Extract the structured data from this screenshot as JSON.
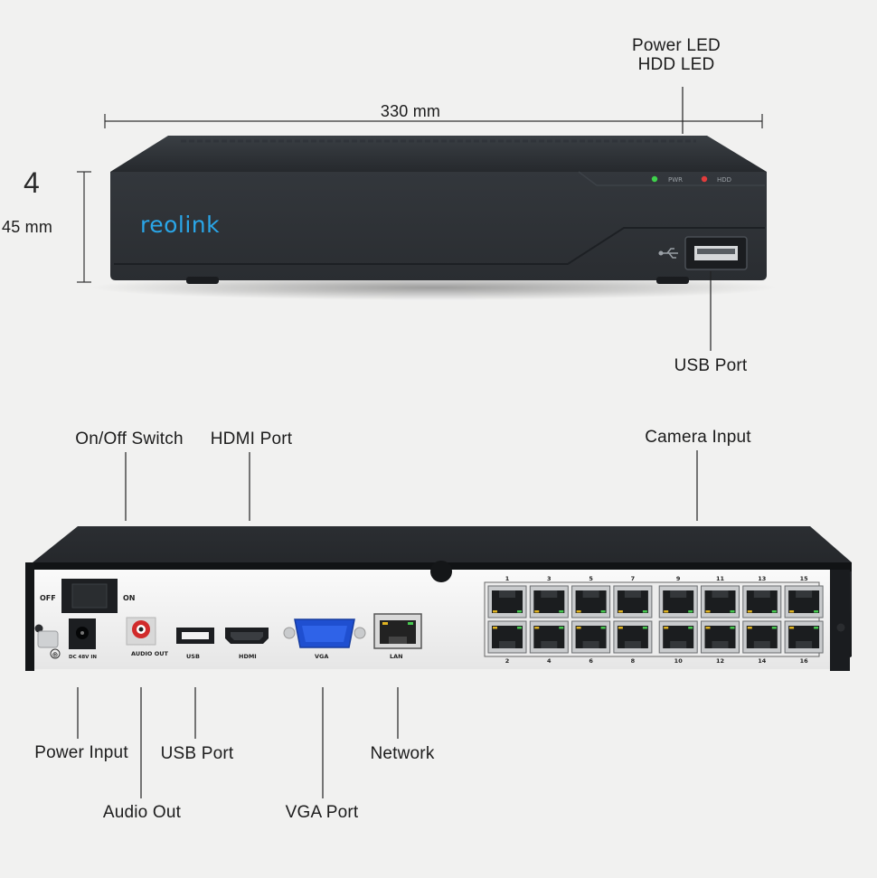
{
  "front_view": {
    "brand_logo": "reolink",
    "led_labels": {
      "power": "PWR",
      "hdd": "HDD"
    },
    "colors": {
      "brand": "#2aa6e8",
      "pwr_led": "#3fd24c",
      "hdd_led": "#e23c3c",
      "chassis": "#2b2f33"
    }
  },
  "dimensions": {
    "width_label": "330 mm",
    "height_number": "4",
    "height_label": "45 mm"
  },
  "callouts": {
    "power_led": "Power LED",
    "hdd_led": "HDD LED",
    "usb_front": "USB Port",
    "on_off_switch": "On/Off Switch",
    "hdmi_port": "HDMI Port",
    "camera_input": "Camera Input",
    "power_input": "Power Input",
    "usb_back": "USB Port",
    "network": "Network",
    "audio_out": "Audio Out",
    "vga_port": "VGA Port"
  },
  "back_panel": {
    "switch_off": "OFF",
    "switch_on": "ON",
    "dc_in": "DC 48V IN",
    "audio_out": "AUDIO OUT",
    "usb": "USB",
    "hdmi": "HDMI",
    "vga": "VGA",
    "lan": "LAN",
    "port_numbers_top": [
      "1",
      "3",
      "5",
      "7",
      "9",
      "11",
      "13",
      "15"
    ],
    "port_numbers_bottom": [
      "2",
      "4",
      "6",
      "8",
      "10",
      "12",
      "14",
      "16"
    ]
  }
}
